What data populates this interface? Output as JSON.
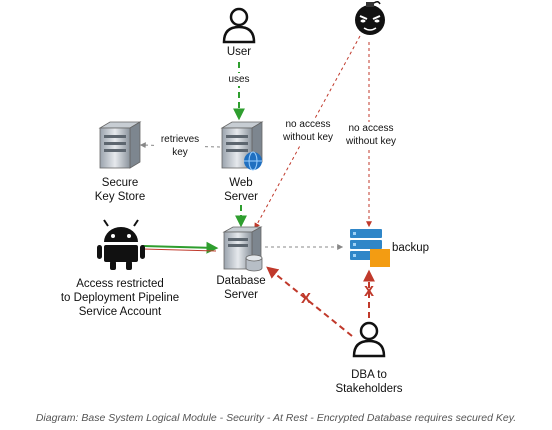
{
  "nodes": {
    "user": "User",
    "web_server": "Web\nServer",
    "key_store": "Secure\nKey Store",
    "database": "Database\nServer",
    "backup": "backup",
    "pipeline": "Access restricted\nto Deployment Pipeline\nService Account",
    "dba": "DBA to\nStakeholders"
  },
  "edges": {
    "uses": "uses",
    "retrieves_key": "retrieves\nkey",
    "no_access_db": "no access\nwithout key",
    "no_access_backup": "no access\nwithout key",
    "x_db": "X",
    "x_backup": "X"
  },
  "caption": "Diagram: Base System Logical Module - Security - At Rest - Encrypted Database requires secured Key.",
  "colors": {
    "green": "#2e9e2e",
    "red": "#c0392b",
    "gray": "#888888",
    "blue": "#2f86c8",
    "orange": "#f39c12"
  }
}
